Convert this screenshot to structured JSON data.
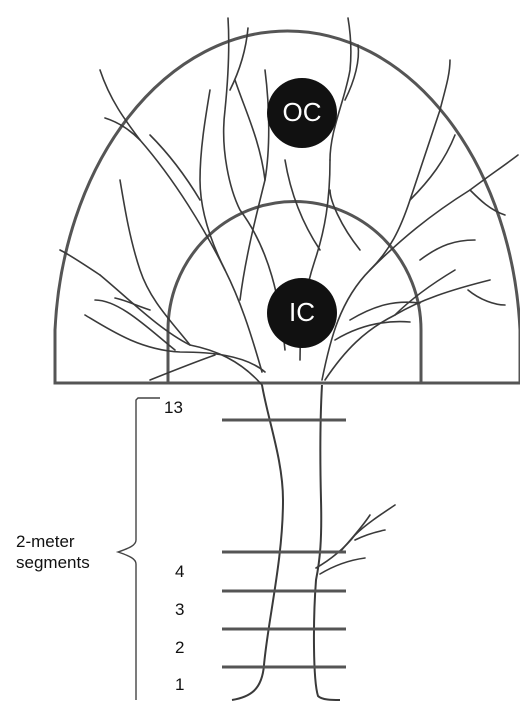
{
  "diagram": {
    "crown_labels": {
      "outer": "OC",
      "inner": "IC"
    },
    "segment_labels": [
      "13",
      "4",
      "3",
      "2",
      "1"
    ],
    "brace_label": [
      "2-meter",
      "segments"
    ],
    "colors": {
      "stroke": "#555555",
      "branch": "#3a3a3a",
      "circle_fill": "#111111",
      "circle_text": "#ffffff",
      "background": "#ffffff"
    }
  }
}
